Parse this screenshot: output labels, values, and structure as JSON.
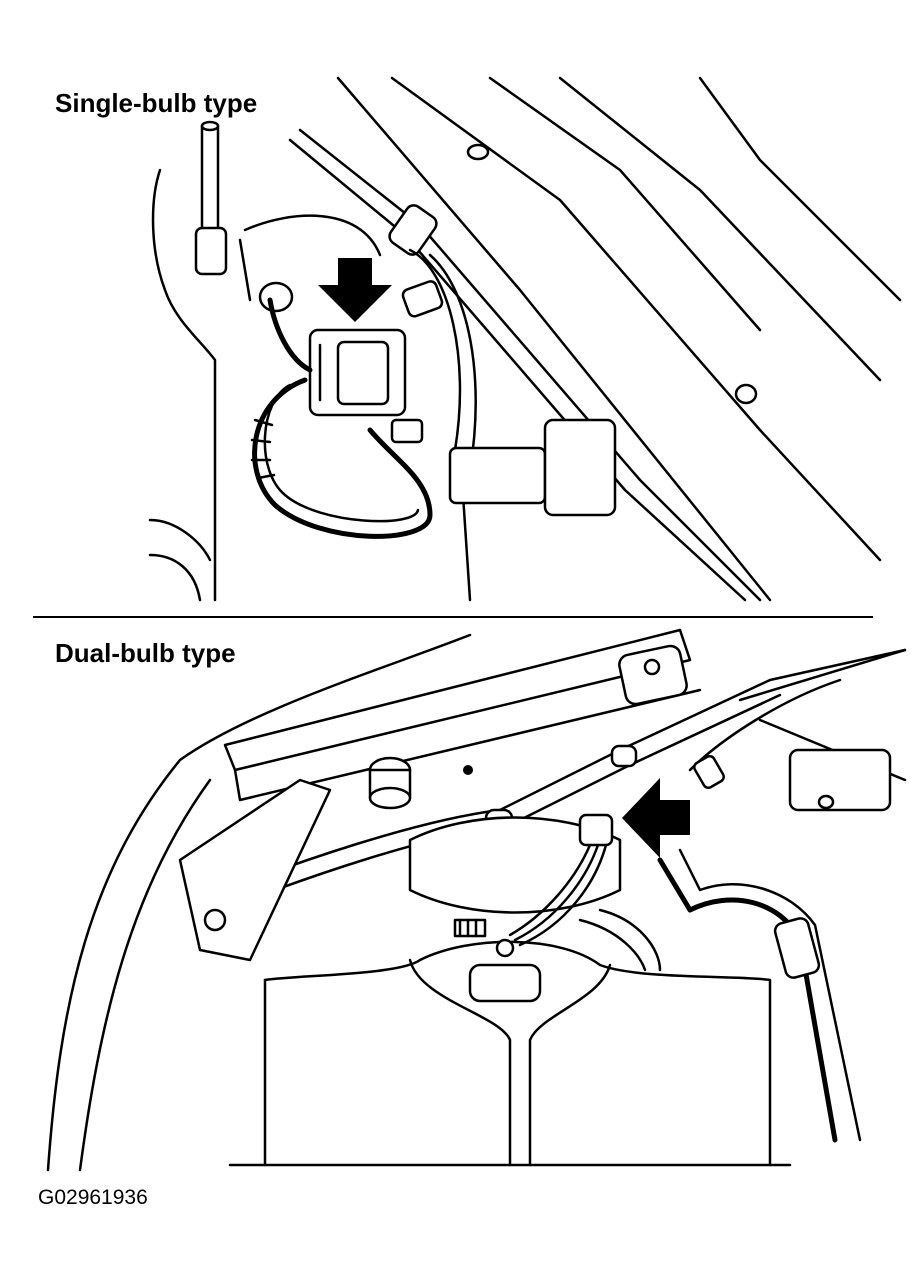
{
  "top_panel": {
    "label": "Single-bulb type"
  },
  "bottom_panel": {
    "label": "Dual-bulb type"
  },
  "figure_id": "G02961936",
  "colors": {
    "ink": "#000000",
    "paper": "#ffffff"
  },
  "icons": [
    "connector-arrow-icon-down",
    "connector-arrow-icon-left"
  ]
}
